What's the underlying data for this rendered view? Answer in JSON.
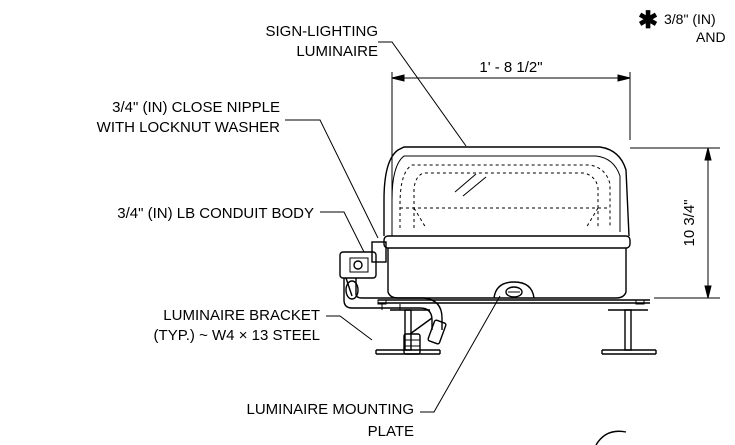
{
  "labels": {
    "sign_lighting": [
      "SIGN-LIGHTING",
      "LUMINAIRE"
    ],
    "close_nipple": [
      "3/4\" (IN) CLOSE NIPPLE",
      "WITH LOCKNUT WASHER"
    ],
    "lb_conduit": "3/4\" (IN) LB CONDUIT BODY",
    "bracket": [
      "LUMINAIRE BRACKET",
      "(TYP.) ~ W4 × 13 STEEL"
    ],
    "mounting_plate": [
      "LUMINAIRE MOUNTING",
      "PLATE"
    ],
    "note_star": "✱",
    "note_text": [
      "3/8\" (IN)",
      "AND"
    ]
  },
  "dimensions": {
    "width": "1' - 8 1/2\"",
    "height": "10 3/4\""
  }
}
